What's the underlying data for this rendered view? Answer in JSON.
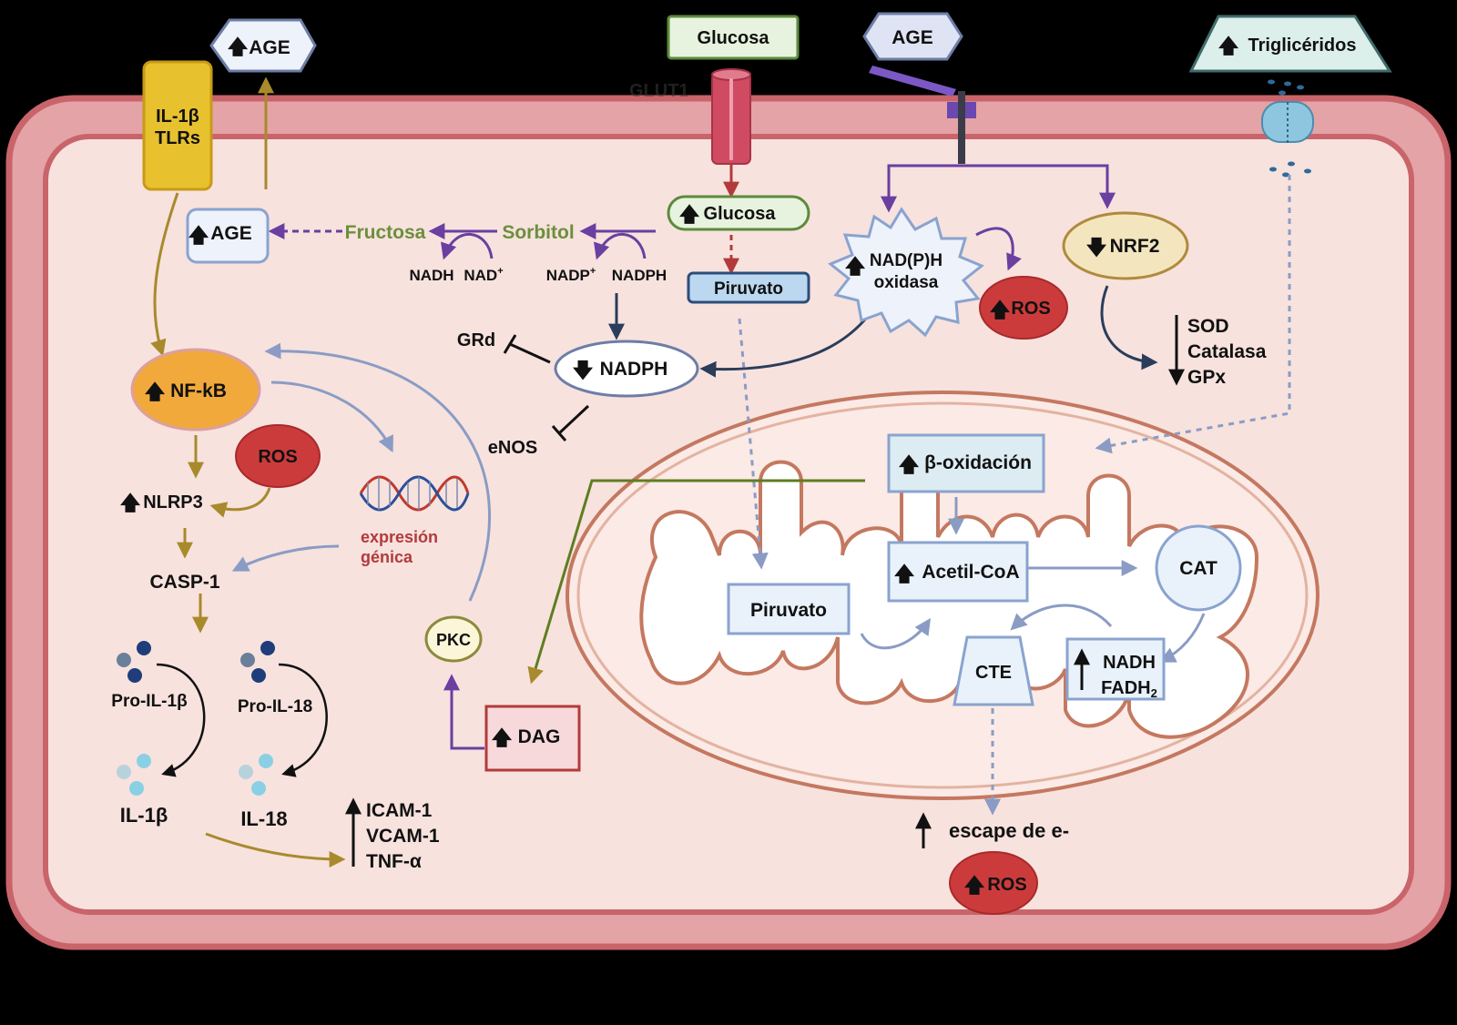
{
  "colors": {
    "background": "#000000",
    "cell_membrane": "#c9646b",
    "cytoplasm": "#f7e2de",
    "olive": "#a88a2c",
    "purple": "#6a3fa0",
    "navy": "#2b3d5a",
    "steel_blue": "#8a9cc4",
    "dark_red": "#b33a3a",
    "green_text": "#6c8f3c",
    "ros_red": "#cc3b3b"
  },
  "external": {
    "age_released": "AGE",
    "glucose": "Glucosa",
    "age_receptor": "AGE",
    "triglycerides": "Triglicéridos",
    "glut1": "GLUT1",
    "receptor_il": "IL-1β",
    "receptor_tlr": "TLRs"
  },
  "polyol": {
    "age": "AGE",
    "fructose": "Fructosa",
    "sorbitol": "Sorbitol",
    "nadh": "NADH",
    "nad": "NAD",
    "nad_sup": "+",
    "nadp": "NADP",
    "nadp_sup": "+",
    "nadph_cofactor": "NADPH"
  },
  "glycolysis": {
    "glucose": "Glucosa",
    "pyruvate": "Piruvato"
  },
  "oxidase": {
    "line1": "NAD(P)H",
    "line2": "oxidasa",
    "ros": "ROS",
    "nrf2": "NRF2",
    "enzymes": [
      "SOD",
      "Catalasa",
      "GPx"
    ]
  },
  "nadph": {
    "label": "NADPH",
    "grd": "GRd",
    "enos": "eNOS"
  },
  "inflammation": {
    "nfkb": "NF-kB",
    "ros": "ROS",
    "nlrp3": "NLRP3",
    "casp1": "CASP-1",
    "gene_expression_1": "expresión",
    "gene_expression_2": "génica",
    "pro_il1b": "Pro-IL-1β",
    "pro_il18": "Pro-IL-18",
    "il1b": "IL-1β",
    "il18": "IL-18",
    "adhesion": [
      "ICAM-1",
      "VCAM-1",
      "TNF-α"
    ],
    "pkc": "PKC",
    "dag": "DAG"
  },
  "mitochondrion": {
    "beta_oxidation": "β-oxidación",
    "pyruvate": "Piruvato",
    "acetyl_coa": "Acetil-CoA",
    "cat": "CAT",
    "cte": "CTE",
    "nadh": "NADH",
    "fadh": "FADH",
    "fadh_sub": "2",
    "electron_leak": "escape de e-",
    "ros": "ROS"
  }
}
